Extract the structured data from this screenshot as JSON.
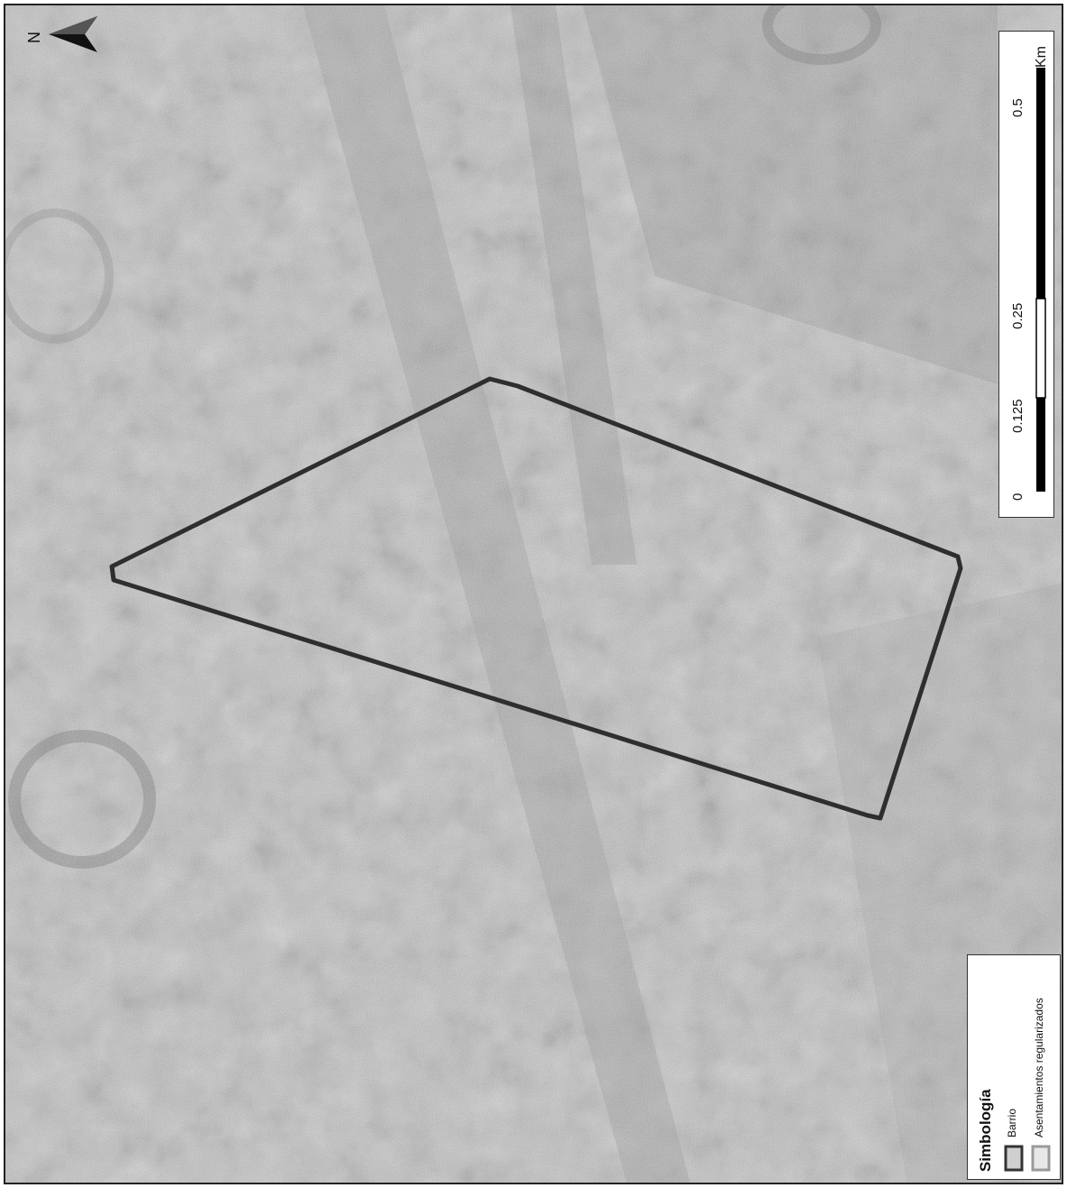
{
  "north_arrow": {
    "label": "N",
    "icon": "north-arrow-icon"
  },
  "scale_bar": {
    "ticks": [
      "0",
      "0.125",
      "0.25",
      "0.5"
    ],
    "unit": "Km"
  },
  "legend": {
    "title": "Simbología",
    "items": [
      {
        "label": "Barrio",
        "icon": "polygon-outline-dark-icon",
        "stroke": "#333333"
      },
      {
        "label": "Asentamientos regularizados",
        "icon": "polygon-outline-light-icon",
        "stroke": "#9a9a9a"
      }
    ]
  },
  "colors": {
    "boundary": "#2e2e2e",
    "imagery_base": "#bdbdbd"
  }
}
